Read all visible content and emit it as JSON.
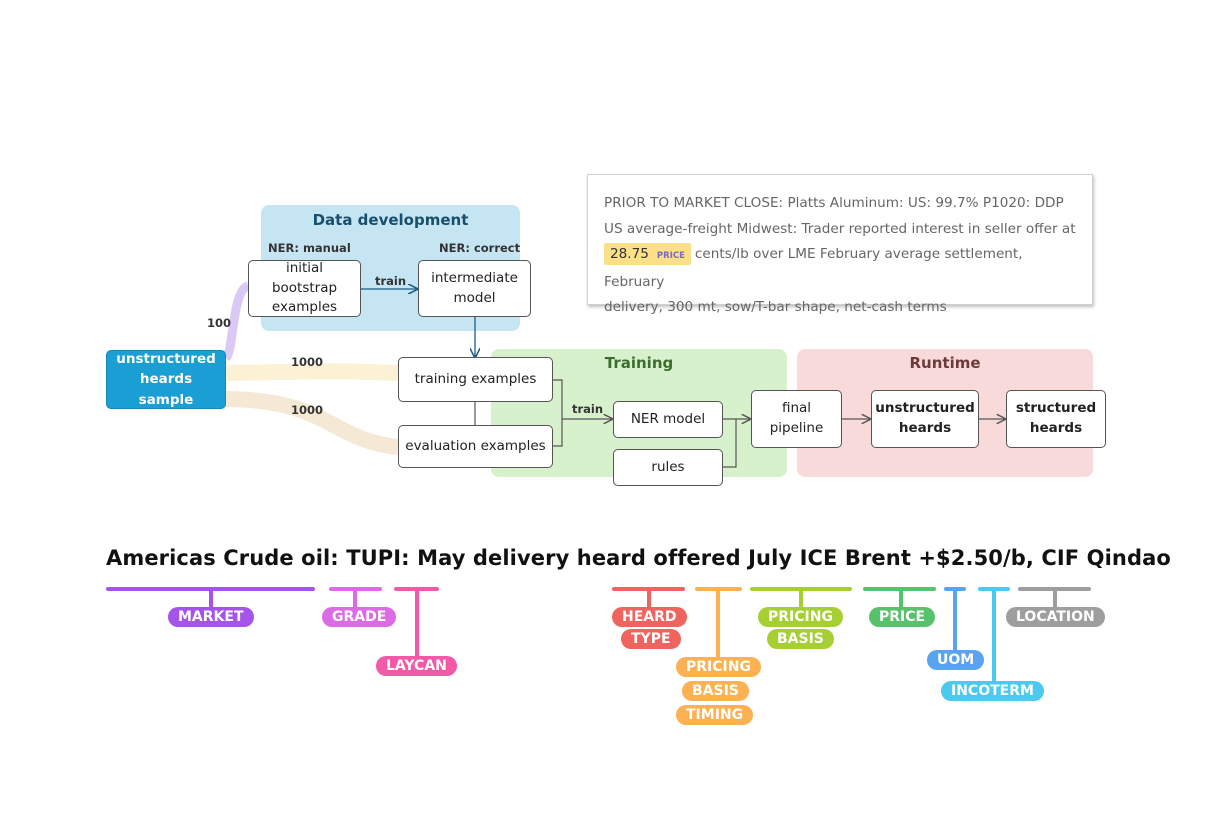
{
  "diagram": {
    "regions": {
      "data_development": "Data development",
      "training": "Training",
      "runtime": "Runtime"
    },
    "labels": {
      "ner_manual": "NER: manual",
      "ner_correct": "NER: correct",
      "train_1": "train",
      "train_2": "train",
      "count_100": "100",
      "count_1000_a": "1000",
      "count_1000_b": "1000"
    },
    "nodes": {
      "source": "unstructured heards sample",
      "bootstrap": "initial bootstrap examples",
      "intermediate": "intermediate model",
      "training_examples": "training examples",
      "evaluation_examples": "evaluation examples",
      "ner_model": "NER model",
      "rules": "rules",
      "final_pipeline": "final pipeline",
      "unstructured_heards": "unstructured heards",
      "structured_heards": "structured heards"
    },
    "colors": {
      "data_dev_bg": "#c6e5f3",
      "training_bg": "#d8f1cd",
      "runtime_bg": "#f8dada",
      "source_bg": "#1a9fd4"
    }
  },
  "callout": {
    "line1": "PRIOR TO MARKET CLOSE: Platts Aluminum: US: 99.7% P1020: DDP",
    "line2": "US average-freight Midwest: Trader reported interest in seller offer at",
    "price_value": "28.75",
    "price_tag": "PRICE",
    "line3_rest": "cents/lb over LME February average settlement, February",
    "line4": "delivery, 300 mt, sow/T-bar shape, net-cash terms"
  },
  "example": {
    "sentence": "Americas Crude oil: TUPI: May delivery heard offered July ICE Brent +$2.50/b, CIF Qindao",
    "entities": {
      "market": "MARKET",
      "grade": "GRADE",
      "laycan": "LAYCAN",
      "heard": "HEARD",
      "type": "TYPE",
      "pricing_1": "PRICING",
      "basis_1": "BASIS",
      "timing": "TIMING",
      "pricing_2": "PRICING",
      "basis_2": "BASIS",
      "price": "PRICE",
      "uom": "UOM",
      "incoterm": "INCOTERM",
      "location": "LOCATION"
    },
    "entity_colors": {
      "market": "#a553e9",
      "grade": "#db6ce6",
      "laycan": "#f25aa8",
      "heard_type": "#f0645f",
      "pricing_basis_timing": "#fcb152",
      "pricing_basis": "#a6cf34",
      "price": "#57c16b",
      "uom": "#5aa3ee",
      "incoterm": "#4cc9ef",
      "location": "#9e9e9e"
    }
  }
}
